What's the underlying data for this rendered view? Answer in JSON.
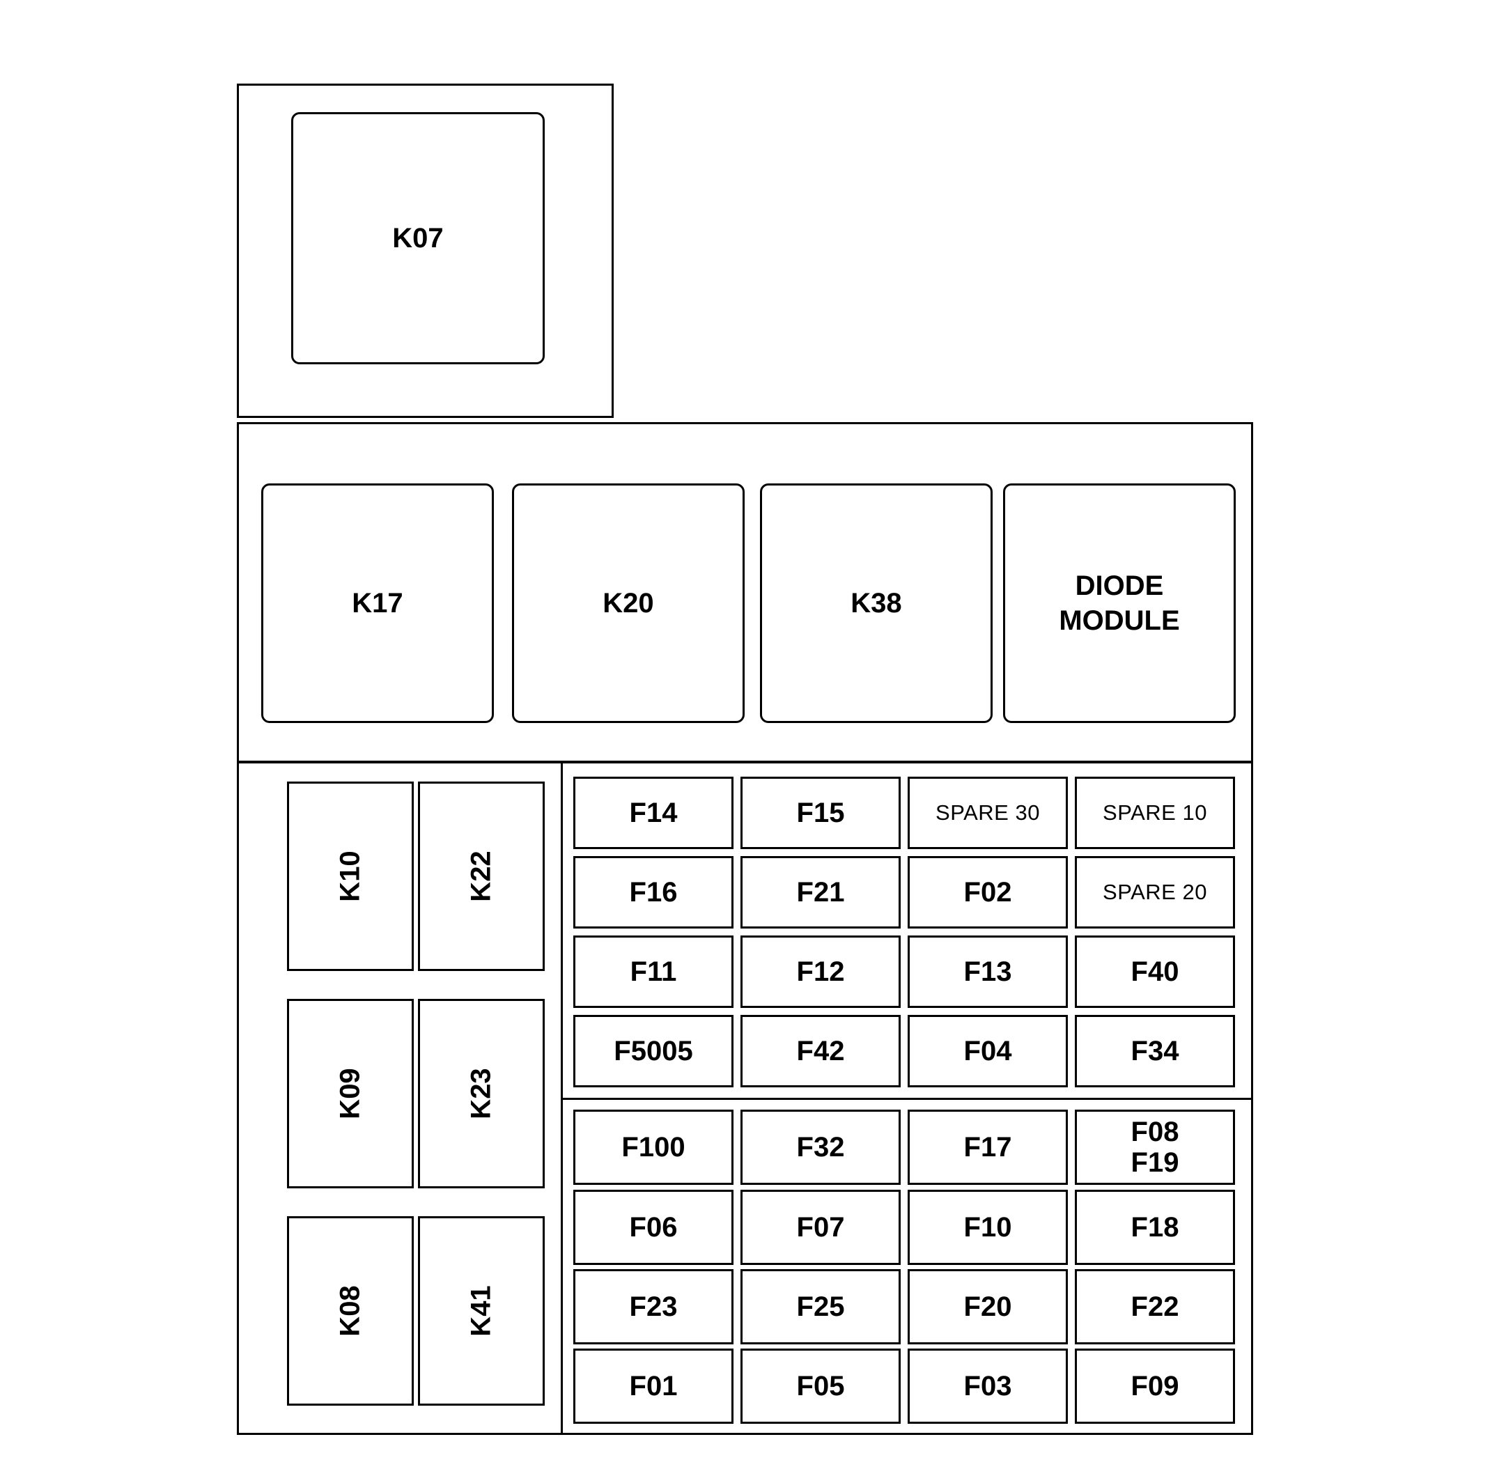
{
  "top_relay": {
    "label": "K07"
  },
  "row_relays": [
    {
      "label": "K17"
    },
    {
      "label": "K20"
    },
    {
      "label": "K38"
    },
    {
      "label": "DIODE\nMODULE"
    }
  ],
  "vertical_relays": [
    {
      "label": "K10"
    },
    {
      "label": "K22"
    },
    {
      "label": "K09"
    },
    {
      "label": "K23"
    },
    {
      "label": "K08"
    },
    {
      "label": "K41"
    }
  ],
  "upper_fuses": [
    [
      "F14",
      "F15",
      "SPARE 30",
      "SPARE 10"
    ],
    [
      "F16",
      "F21",
      "F02",
      "SPARE 20"
    ],
    [
      "F11",
      "F12",
      "F13",
      "F40"
    ],
    [
      "F5005",
      "F42",
      "F04",
      "F34"
    ]
  ],
  "lower_fuses": [
    [
      "F100",
      "F32",
      "F17",
      "F08\nF19"
    ],
    [
      "F06",
      "F07",
      "F10",
      "F18"
    ],
    [
      "F23",
      "F25",
      "F20",
      "F22"
    ],
    [
      "F01",
      "F05",
      "F03",
      "F09"
    ]
  ]
}
